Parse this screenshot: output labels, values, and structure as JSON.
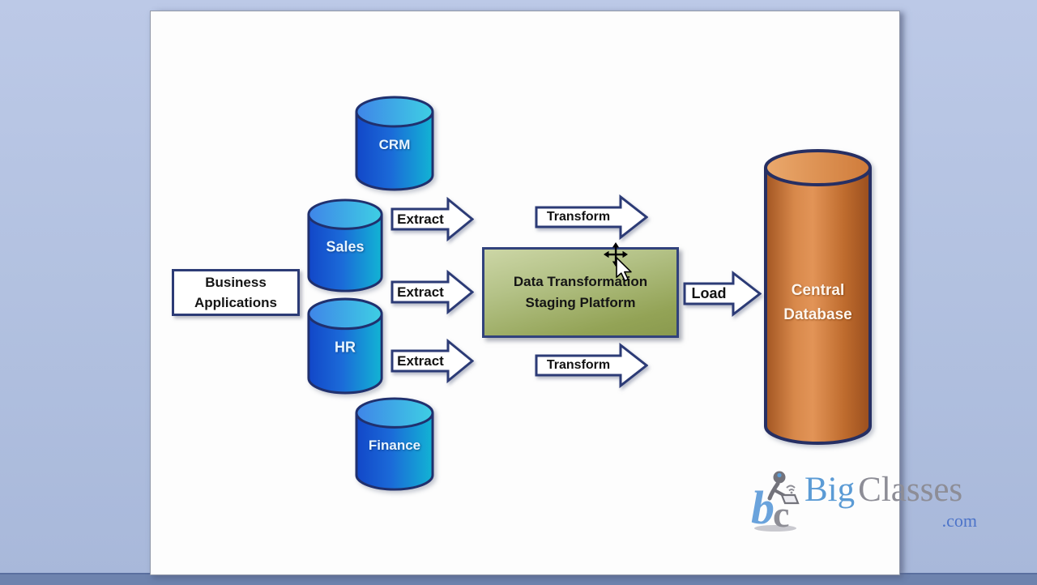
{
  "slide": {
    "business_box": {
      "line1": "Business",
      "line2": "Applications"
    },
    "source_databases": [
      {
        "label": "CRM"
      },
      {
        "label": "Sales"
      },
      {
        "label": "HR"
      },
      {
        "label": "Finance"
      }
    ],
    "arrows": {
      "extract_top": "Extract",
      "extract_middle": "Extract",
      "extract_bottom": "Extract",
      "transform_top": "Transform",
      "transform_bottom": "Transform",
      "load": "Load"
    },
    "staging_box": {
      "line1": "Data Transformation",
      "line2": "Staging Platform"
    },
    "central_database": {
      "line1": "Central",
      "line2": "Database"
    }
  },
  "logo": {
    "word1": "Big",
    "word2": "Classes",
    "suffix": ".com"
  },
  "cursor": {
    "type": "move-pointer"
  },
  "colors": {
    "background": "#b2c1e0",
    "bottom_bar": "#6e83ae",
    "slide": "#fdfdfd",
    "navy_border": "#2c3b76",
    "cylinder_blue_left": "#1247c8",
    "cylinder_blue_right": "#12b4d4",
    "cylinder_top_left": "#3f85e8",
    "cylinder_top_right": "#3ecfe4",
    "orange_dark": "#9a4e1e",
    "orange_light": "#e29457",
    "staging_green_top": "#ccd6a6",
    "staging_green_bottom": "#8a9a4e",
    "logo_blue": "#5b9bd5",
    "logo_gray": "#8d8d96"
  }
}
